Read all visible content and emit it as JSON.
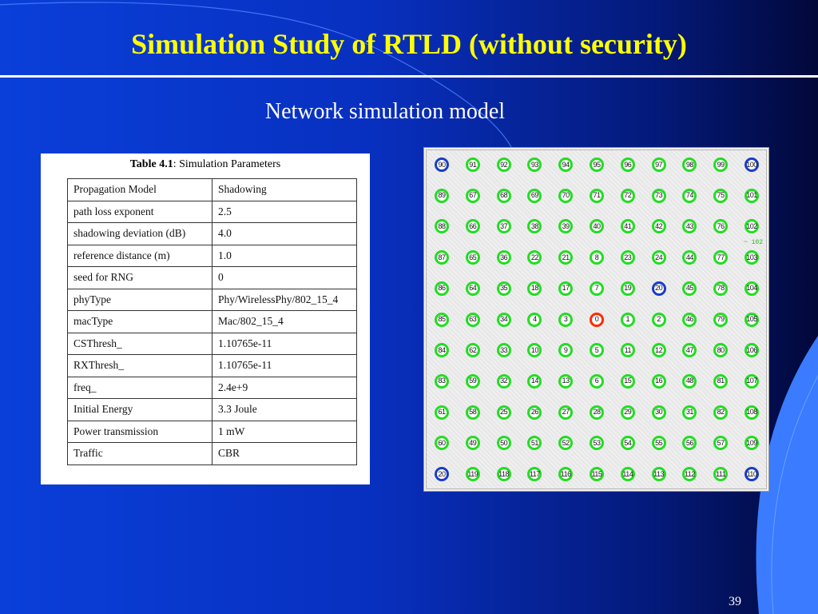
{
  "slide": {
    "title": "Simulation Study of RTLD (without security)",
    "subtitle": "Network simulation model",
    "page_number": "39"
  },
  "table": {
    "caption_bold": "Table 4.1",
    "caption_rest": ": Simulation Parameters",
    "rows": [
      {
        "param": "Propagation Model",
        "value": "Shadowing"
      },
      {
        "param": "path loss exponent",
        "value": "2.5"
      },
      {
        "param": "shadowing deviation (dB)",
        "value": "4.0"
      },
      {
        "param": "reference distance (m)",
        "value": "1.0"
      },
      {
        "param": "seed for RNG",
        "value": "0"
      },
      {
        "param": "phyType",
        "value": "Phy/WirelessPhy/802_15_4"
      },
      {
        "param": "macType",
        "value": "Mac/802_15_4"
      },
      {
        "param": "CSThresh_",
        "value": "1.10765e-11"
      },
      {
        "param": "RXThresh_",
        "value": "1.10765e-11"
      },
      {
        "param": "freq_",
        "value": "2.4e+9"
      },
      {
        "param": "Initial Energy",
        "value": "3.3 Joule"
      },
      {
        "param": "Power transmission",
        "value": "1 mW"
      },
      {
        "param": "Traffic",
        "value": "CBR"
      }
    ]
  },
  "network": {
    "grid": [
      [
        "90",
        "91",
        "92",
        "93",
        "94",
        "95",
        "96",
        "97",
        "98",
        "99",
        "100"
      ],
      [
        "89",
        "67",
        "68",
        "69",
        "70",
        "71",
        "72",
        "73",
        "74",
        "75",
        "101"
      ],
      [
        "88",
        "66",
        "37",
        "38",
        "39",
        "40",
        "41",
        "42",
        "43",
        "76",
        "102"
      ],
      [
        "87",
        "65",
        "36",
        "22",
        "21",
        "8",
        "23",
        "24",
        "44",
        "77",
        "103"
      ],
      [
        "86",
        "64",
        "35",
        "18",
        "17",
        "7",
        "19",
        "20",
        "45",
        "78",
        "104"
      ],
      [
        "85",
        "63",
        "34",
        "4",
        "3",
        "0",
        "1",
        "2",
        "46",
        "79",
        "105"
      ],
      [
        "84",
        "62",
        "33",
        "10",
        "9",
        "5",
        "11",
        "12",
        "47",
        "80",
        "106"
      ],
      [
        "83",
        "59",
        "32",
        "14",
        "13",
        "6",
        "15",
        "16",
        "48",
        "81",
        "107"
      ],
      [
        "61",
        "58",
        "25",
        "26",
        "27",
        "28",
        "29",
        "30",
        "31",
        "82",
        "108"
      ],
      [
        "60",
        "49",
        "50",
        "51",
        "52",
        "53",
        "54",
        "55",
        "56",
        "57",
        "109"
      ],
      [
        "20",
        "119",
        "118",
        "117",
        "116",
        "115",
        "114",
        "113",
        "112",
        "111",
        "110"
      ]
    ],
    "blue_nodes": [
      "90",
      "100",
      "20",
      "110"
    ],
    "red_nodes": [
      "0"
    ],
    "edge_label": "~ 102",
    "colors": {
      "default_ring": "#22dd22",
      "blue_ring": "#1a3cc8",
      "red_ring": "#ff2a00"
    }
  }
}
